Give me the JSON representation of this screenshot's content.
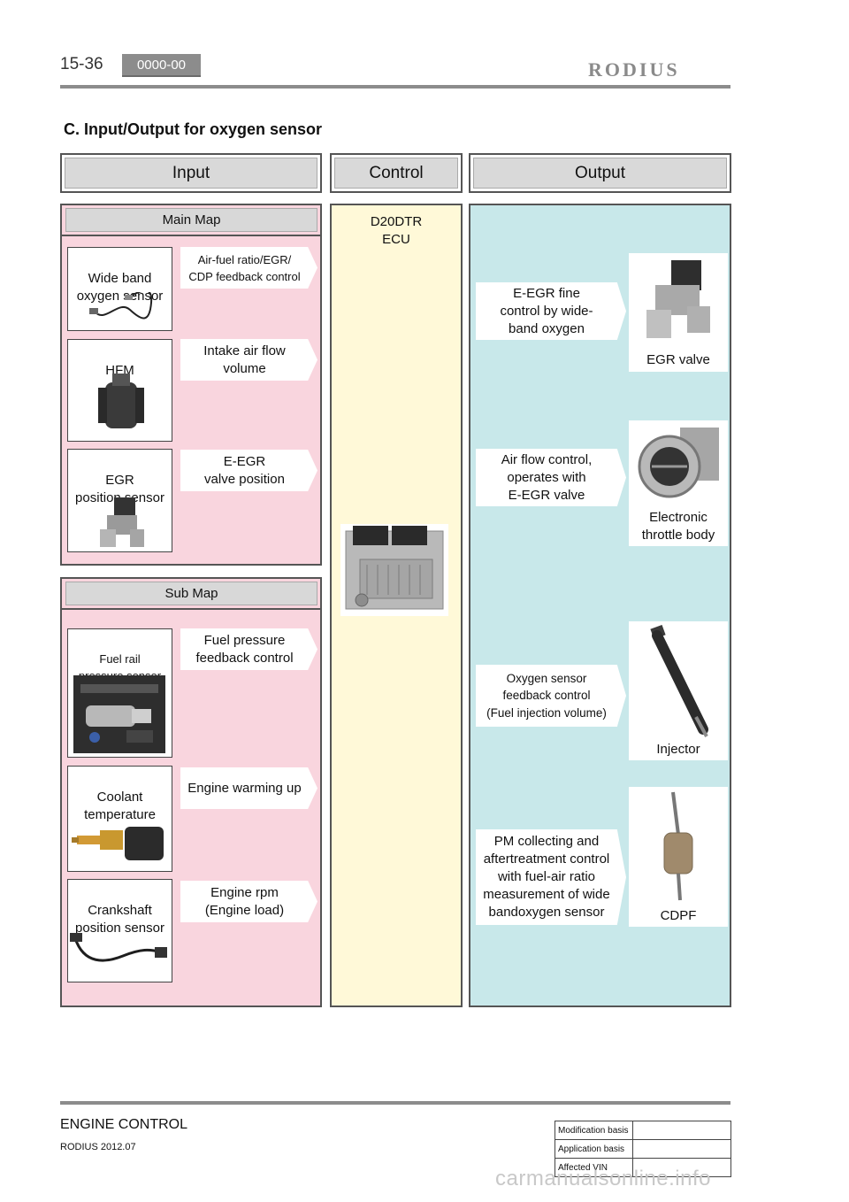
{
  "header": {
    "page_number": "15-36",
    "code": "0000-00",
    "brand": "RODIUS"
  },
  "section_title": "C.  Input/Output for oxygen sensor",
  "columns": {
    "input": "Input",
    "control": "Control",
    "output": "Output"
  },
  "main_map": {
    "title": "Main Map",
    "rows": [
      {
        "sensor": "Wide band\noxygen sensor",
        "signal": "Air-fuel ratio/EGR/\nCDP feedback control"
      },
      {
        "sensor": "HFM",
        "signal": "Intake air flow\nvolume"
      },
      {
        "sensor": "EGR\nposition sensor",
        "signal": "E-EGR\nvalve position"
      }
    ]
  },
  "sub_map": {
    "title": "Sub Map",
    "rows": [
      {
        "sensor": "Fuel rail\npressure sensor",
        "signal": "Fuel pressure\nfeedback control"
      },
      {
        "sensor": "Coolant\ntemperature",
        "signal": "Engine warming up"
      },
      {
        "sensor": "Crankshaft\nposition sensor",
        "signal": "Engine rpm\n(Engine load)"
      }
    ]
  },
  "control": {
    "ecu": "D20DTR\nECU"
  },
  "outputs": [
    {
      "control": "E-EGR fine\ncontrol by wide-\nband oxygen",
      "device": "EGR valve"
    },
    {
      "control": "Air flow control,\noperates with\nE-EGR valve",
      "device": "Electronic\nthrottle body"
    },
    {
      "control": "Oxygen sensor\nfeedback control\n(Fuel injection volume)",
      "device": "Injector"
    },
    {
      "control": "PM collecting and\naftertreatment control\nwith fuel-air ratio\nmeasurement of wide\nbandoxygen sensor",
      "device": "CDPF"
    }
  ],
  "footer": {
    "title": "ENGINE CONTROL",
    "subtitle": "RODIUS 2012.07",
    "meta": [
      {
        "label": "Modification basis",
        "value": ""
      },
      {
        "label": "Application basis",
        "value": ""
      },
      {
        "label": "Affected VIN",
        "value": ""
      }
    ],
    "watermark": "carmanualsonline.info"
  }
}
